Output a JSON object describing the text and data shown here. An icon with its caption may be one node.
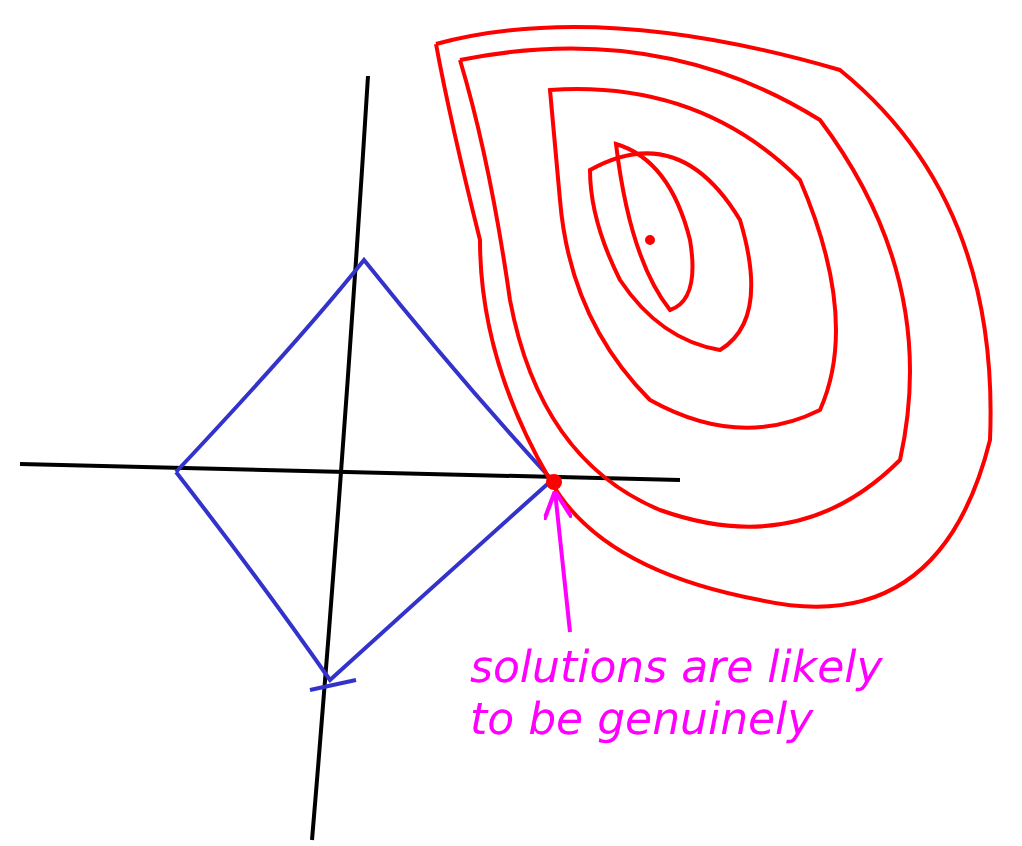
{
  "diagram": {
    "nodes": [
      {
        "text": [
          "solutions are likely to be genuinely"
        ]
      },
      {
        "text": [],
        "shape": "circle"
      }
    ],
    "edges": [
      {
        "from": 0,
        "to": 1,
        "arrow": "to"
      }
    ]
  }
}
